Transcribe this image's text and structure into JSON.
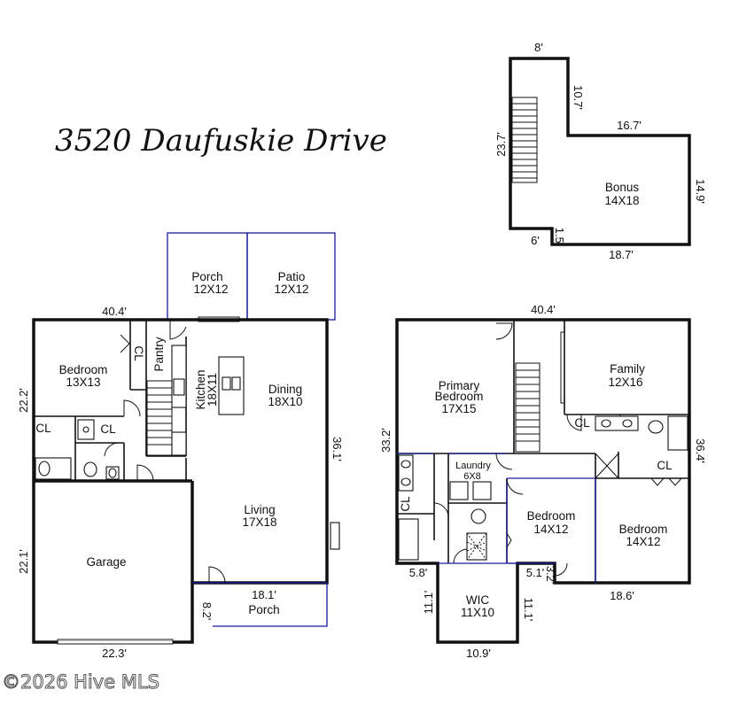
{
  "title": "3520 Daufuskie Drive",
  "watermark": "©2026 Hive MLS",
  "first_floor": {
    "rooms": {
      "porch_top": {
        "name": "Porch",
        "size": "12X12"
      },
      "patio": {
        "name": "Patio",
        "size": "12X12"
      },
      "bedroom": {
        "name": "Bedroom",
        "size": "13X13"
      },
      "pantry": {
        "name": "Pantry"
      },
      "closet": {
        "name": "CL"
      },
      "closet_2": {
        "name": "CL"
      },
      "closet_3": {
        "name": "CL"
      },
      "kitchen": {
        "name": "Kitchen",
        "size": "18X11"
      },
      "dining": {
        "name": "Dining",
        "size": "18X10"
      },
      "living": {
        "name": "Living",
        "size": "17X18"
      },
      "garage": {
        "name": "Garage"
      },
      "porch_front": {
        "name": "Porch"
      }
    },
    "dimensions": {
      "top_width": "40.4'",
      "left_height": "22.2'",
      "right_height": "36.1'",
      "garage_height": "22.1'",
      "bottom_width": "22.3'",
      "porch_width": "18.1'",
      "porch_depth": "8.2'"
    }
  },
  "second_floor": {
    "rooms": {
      "primary": {
        "name1": "Primary",
        "name2": "Bedroom",
        "size": "17X15"
      },
      "family": {
        "name": "Family",
        "size": "12X16"
      },
      "laundry": {
        "name": "Laundry",
        "size": "6X8"
      },
      "bedroom_a": {
        "name": "Bedroom",
        "size": "14X12"
      },
      "bedroom_b": {
        "name": "Bedroom",
        "size": "14X12"
      },
      "closet_a": {
        "name": "CL"
      },
      "closet_b": {
        "name": "CL"
      },
      "closet_c": {
        "name": "CL"
      },
      "wic": {
        "name": "WIC",
        "size": "11X10"
      }
    },
    "dimensions": {
      "top_width": "40.4'",
      "left_height": "33.2'",
      "right_height": "36.4'",
      "notch_left": "5.8'",
      "notch_right": "5.1'",
      "notch_right_small": "3.2'",
      "bottom_right_width": "18.6'",
      "wic_left": "11.1'",
      "wic_right": "11.1'",
      "wic_width": "10.9'"
    }
  },
  "bonus": {
    "room": {
      "name": "Bonus",
      "size": "14X18"
    },
    "dimensions": {
      "top": "8'",
      "upper_right": "10.7'",
      "left": "23.7'",
      "mid_top": "16.7'",
      "right": "14.9'",
      "bottom": "18.7'",
      "small_left": "6'",
      "small_vertical": "1.5'"
    }
  }
}
